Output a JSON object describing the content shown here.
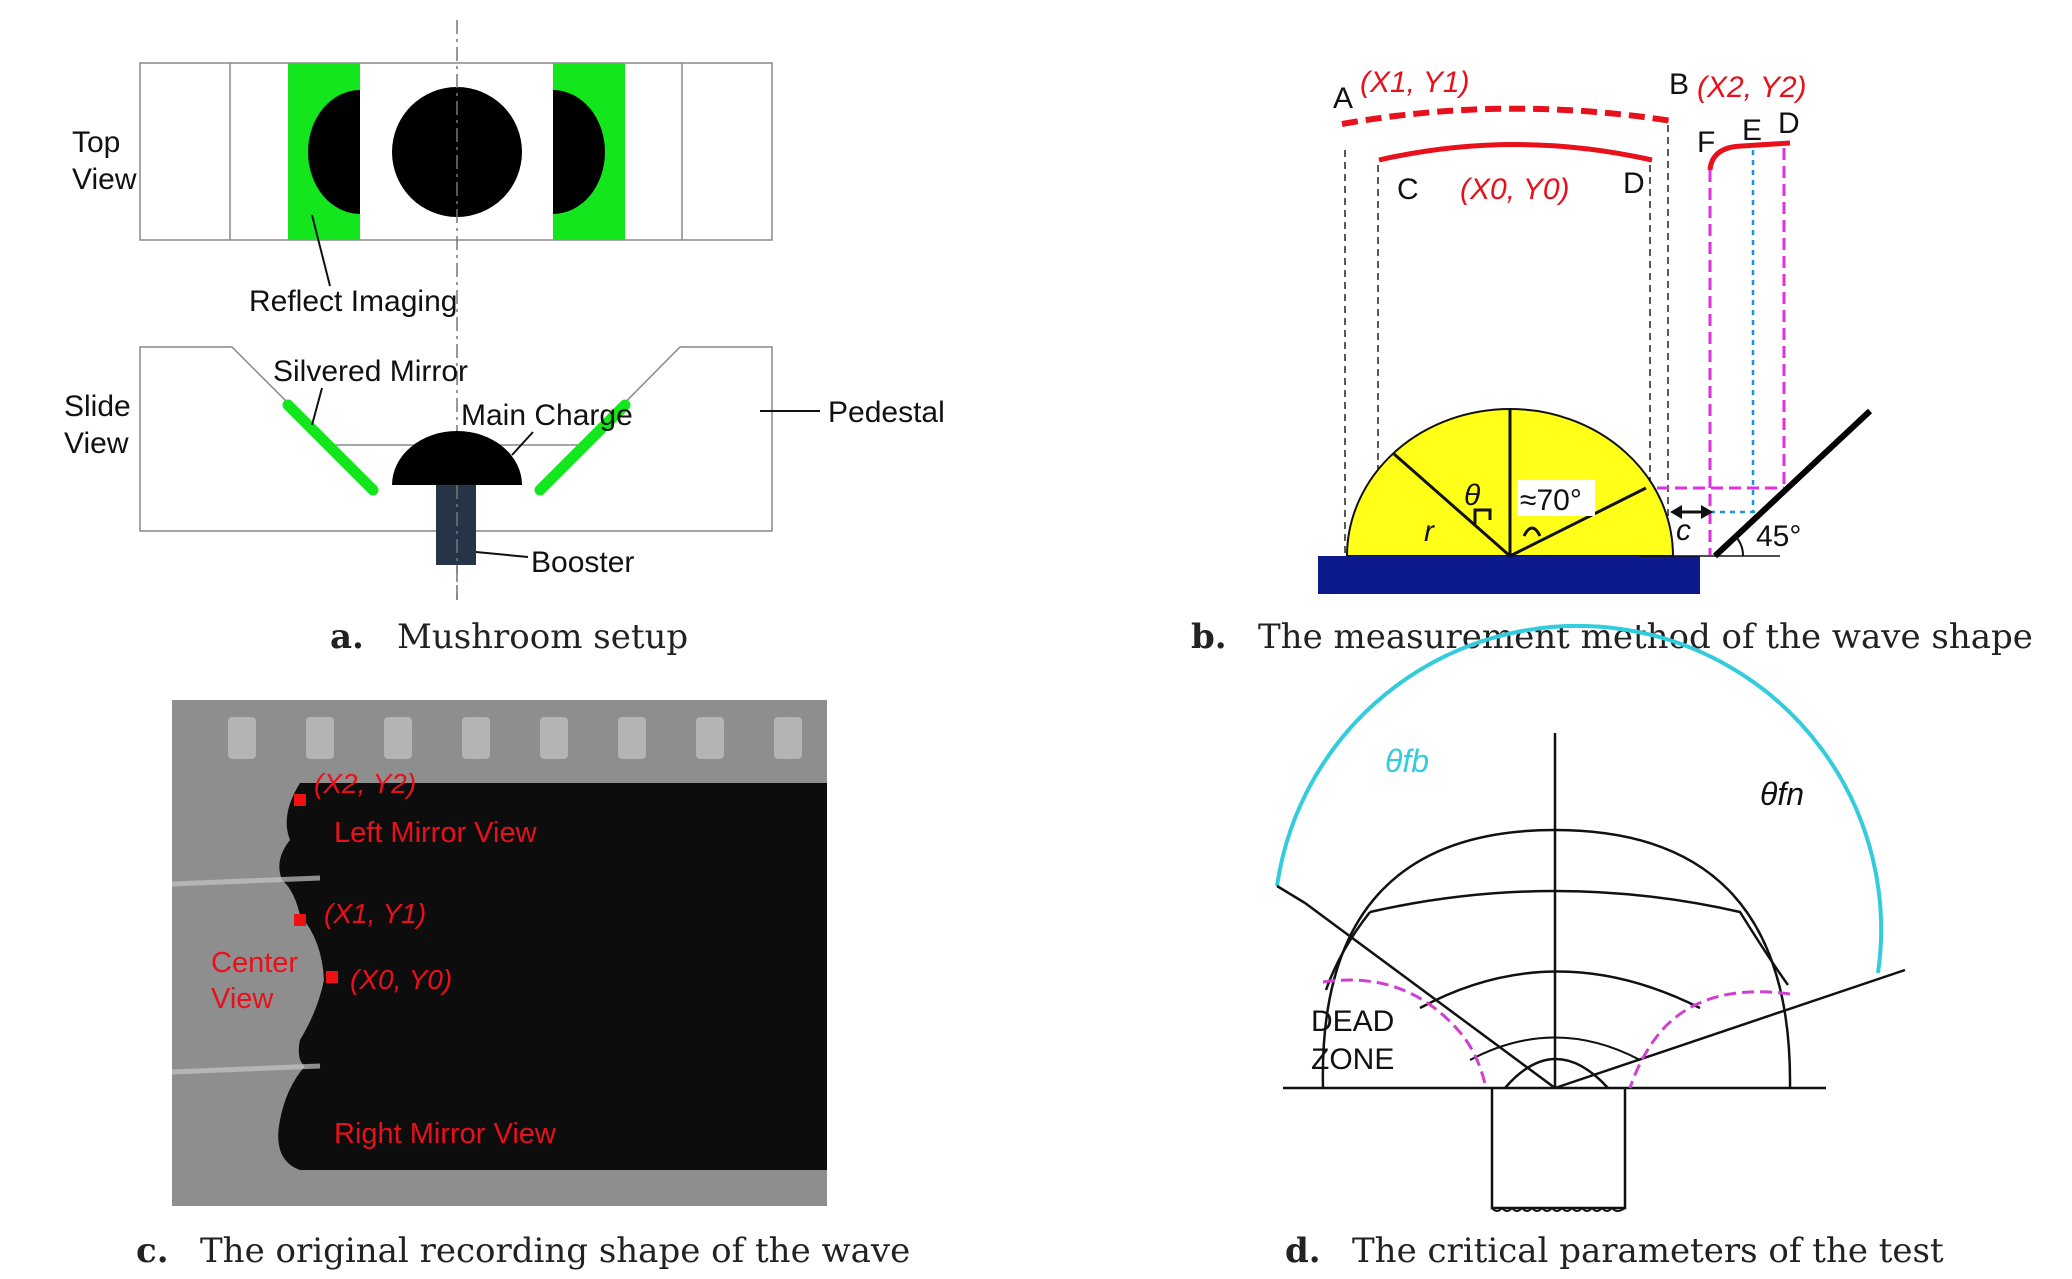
{
  "panel_a": {
    "caption_letter": "a.",
    "caption": "Mushroom setup",
    "top_view_line1": "Top",
    "top_view_line2": "View",
    "slide_view_line1": "Slide",
    "slide_view_line2": "View",
    "reflect_imaging": "Reflect Imaging",
    "silvered_mirror": "Silvered Mirror",
    "main_charge": "Main Charge",
    "pedestal": "Pedestal",
    "booster": "Booster",
    "colors": {
      "mirror": "#14e61e",
      "charge": "#000000",
      "booster": "#253447"
    }
  },
  "panel_b": {
    "caption_letter": "b.",
    "caption": "The measurement method of the wave shape",
    "pt_a": "A",
    "pt_b": "B",
    "pt_c": "C",
    "pt_d1": "D",
    "pt_d2": "D",
    "pt_e": "E",
    "pt_f": "F",
    "coord1": "(X1, Y1)",
    "coord2": "(X2, Y2)",
    "coord0": "(X0, Y0)",
    "theta": "θ",
    "r": "r",
    "angle70": "≈70°",
    "c": "c",
    "angle45": "45°",
    "colors": {
      "hemisphere": "#ffff1a",
      "base": "#0d1a8c",
      "wave": "#e8101a",
      "magenta": "#e030e0",
      "blue": "#2090e0"
    }
  },
  "panel_c": {
    "caption_letter": "c.",
    "caption": "The original recording shape of the wave",
    "coord2": "(X2, Y2)",
    "left_mirror_view": "Left Mirror View",
    "coord1": "(X1, Y1)",
    "center_line1": "Center",
    "center_line2": "View",
    "coord0": "(X0, Y0)",
    "right_mirror_view": "Right Mirror View"
  },
  "panel_d": {
    "caption_letter": "d.",
    "caption": "The critical parameters of the test",
    "theta_fb": "θfb",
    "theta_fn": "θfn",
    "dead_line1": "DEAD",
    "dead_line2": "ZONE",
    "colors": {
      "arc": "#33ccdd",
      "dead": "#d040d0"
    }
  }
}
